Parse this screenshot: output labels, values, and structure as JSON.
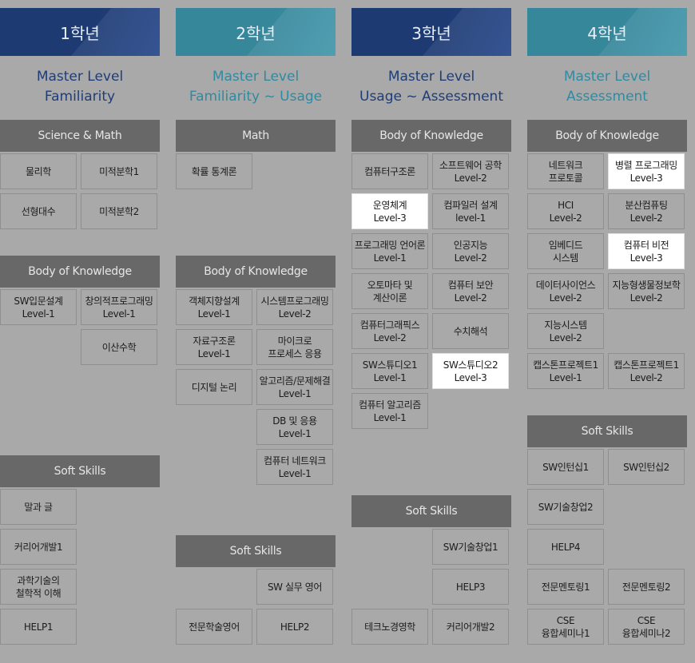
{
  "colors": {
    "header_dark": "#1f3d77",
    "header_teal": "#3a8ea3",
    "text_dark": "#1f3d77",
    "text_teal": "#2f8aa2",
    "section_bg": "#686868",
    "highlight": "#ffffff"
  },
  "columns": [
    {
      "year": "1학년",
      "level": [
        "Master Level",
        "Familiarity"
      ],
      "sections": [
        {
          "title": "Science & Math",
          "cells": [
            {
              "lines": [
                "물리학"
              ]
            },
            {
              "lines": [
                "미적분학1"
              ]
            },
            {
              "lines": [
                "선형대수"
              ]
            },
            {
              "lines": [
                "미적분학2"
              ]
            }
          ]
        },
        {
          "title": "Body of Knowledge",
          "cells": [
            {
              "lines": [
                "SW입문설계",
                "Level-1"
              ]
            },
            {
              "lines": [
                "창의적프로그래밍",
                "Level-1"
              ]
            },
            {
              "lines": [
                "이산수학"
              ]
            }
          ]
        },
        {
          "title": "Soft Skills",
          "cells": [
            {
              "lines": [
                "말과 글"
              ]
            },
            {
              "lines": [
                "커리어개발1"
              ]
            },
            {
              "lines": [
                "과학기술의",
                "철학적 이해"
              ]
            },
            {
              "lines": [
                "HELP1"
              ]
            }
          ]
        }
      ]
    },
    {
      "year": "2학년",
      "level": [
        "Master Level",
        "Familiarity ~ Usage"
      ],
      "sections": [
        {
          "title": "Math",
          "cells": [
            {
              "lines": [
                "확률 통계론"
              ]
            }
          ]
        },
        {
          "title": "Body of Knowledge",
          "cells": [
            {
              "lines": [
                "객체지향설계",
                "Level-1"
              ]
            },
            {
              "lines": [
                "시스템프로그래밍",
                "Level-2"
              ]
            },
            {
              "lines": [
                "자료구조론",
                "Level-1"
              ]
            },
            {
              "lines": [
                "마이크로",
                "프로세스 응용"
              ]
            },
            {
              "lines": [
                "디지털 논리"
              ]
            },
            {
              "lines": [
                "알고리즘/문제해결",
                "Level-1"
              ]
            },
            {
              "lines": [
                "DB 및 응용",
                "Level-1"
              ]
            },
            {
              "lines": [
                "컴퓨터 네트워크",
                "Level-1"
              ]
            }
          ]
        },
        {
          "title": "Soft Skills",
          "cells": [
            {
              "lines": [
                "SW 실무 영어"
              ]
            },
            {
              "lines": [
                "전문학술영어"
              ]
            },
            {
              "lines": [
                "HELP2"
              ]
            }
          ]
        }
      ]
    },
    {
      "year": "3학년",
      "level": [
        "Master Level",
        "Usage ~ Assessment"
      ],
      "sections": [
        {
          "title": "Body of Knowledge",
          "cells": [
            {
              "lines": [
                "컴퓨터구조론"
              ]
            },
            {
              "lines": [
                "소프트웨어 공학",
                "Level-2"
              ]
            },
            {
              "lines": [
                "운영체계",
                "Level-3"
              ]
            },
            {
              "lines": [
                "컴파일러 설계",
                "level-1"
              ]
            },
            {
              "lines": [
                "프로그래밍 언어론",
                "Level-1"
              ]
            },
            {
              "lines": [
                "인공지능",
                "Level-2"
              ]
            },
            {
              "lines": [
                "오토마타 및",
                "계산이론"
              ]
            },
            {
              "lines": [
                "컴퓨터 보안",
                "Level-2"
              ]
            },
            {
              "lines": [
                "컴퓨터그래픽스",
                "Level-2"
              ]
            },
            {
              "lines": [
                "수치해석"
              ]
            },
            {
              "lines": [
                "SW스튜디오1",
                "Level-1"
              ]
            },
            {
              "lines": [
                "SW스튜디오2",
                "Level-3"
              ]
            },
            {
              "lines": [
                "컴퓨터 알고리즘",
                "Level-1"
              ]
            }
          ]
        },
        {
          "title": "Soft Skills",
          "cells": [
            {
              "lines": [
                "SW기술창업1"
              ]
            },
            {
              "lines": [
                "HELP3"
              ]
            },
            {
              "lines": [
                "테크노경영학"
              ]
            },
            {
              "lines": [
                "커리어개발2"
              ]
            }
          ]
        }
      ]
    },
    {
      "year": "4학년",
      "level": [
        "Master Level",
        "Assessment"
      ],
      "sections": [
        {
          "title": "Body of Knowledge",
          "cells": [
            {
              "lines": [
                "네트워크",
                "프로토콜"
              ]
            },
            {
              "lines": [
                "병렬 프로그래밍",
                "Level-3"
              ]
            },
            {
              "lines": [
                "HCI",
                "Level-2"
              ]
            },
            {
              "lines": [
                "분산컴퓨팅",
                "Level-2"
              ]
            },
            {
              "lines": [
                "임베디드",
                "시스템"
              ]
            },
            {
              "lines": [
                "컴퓨터 비전",
                "Level-3"
              ]
            },
            {
              "lines": [
                "데이터사이언스",
                "Level-2"
              ]
            },
            {
              "lines": [
                "지능형생물정보학",
                "Level-2"
              ]
            },
            {
              "lines": [
                "지능시스템",
                "Level-2"
              ]
            },
            {
              "lines": [
                "캡스톤프로젝트1",
                "Level-1"
              ]
            },
            {
              "lines": [
                "캡스톤프로젝트1",
                "Level-2"
              ]
            }
          ]
        },
        {
          "title": "Soft Skills",
          "cells": [
            {
              "lines": [
                "SW인턴십1"
              ]
            },
            {
              "lines": [
                "SW인턴십2"
              ]
            },
            {
              "lines": [
                "SW기술창업2"
              ]
            },
            {
              "lines": [
                "HELP4"
              ]
            },
            {
              "lines": [
                "전문멘토링1"
              ]
            },
            {
              "lines": [
                "전문멘토링2"
              ]
            },
            {
              "lines": [
                "CSE",
                "융합세미나1"
              ]
            },
            {
              "lines": [
                "CSE",
                "융합세미나2"
              ]
            }
          ]
        }
      ]
    }
  ]
}
